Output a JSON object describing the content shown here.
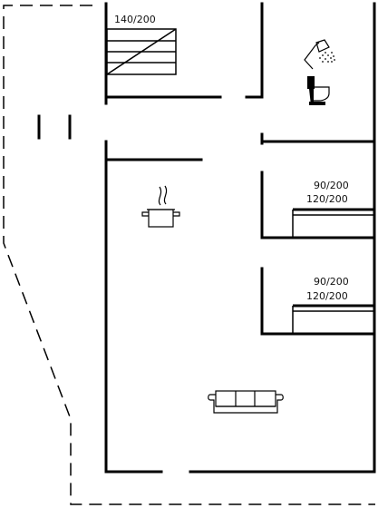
{
  "labels": {
    "stair_size": "140/200",
    "bed1_size_a": "90/200",
    "bed1_size_b": "120/200",
    "bed2_size_a": "90/200",
    "bed2_size_b": "120/200"
  },
  "icons": {
    "shower": "shower-icon",
    "toilet": "toilet-icon",
    "cooking_pot": "cooking-pot-icon",
    "sofa": "sofa-icon",
    "bed": "bed-icon"
  },
  "colors": {
    "line": "#000000",
    "background": "#ffffff"
  }
}
